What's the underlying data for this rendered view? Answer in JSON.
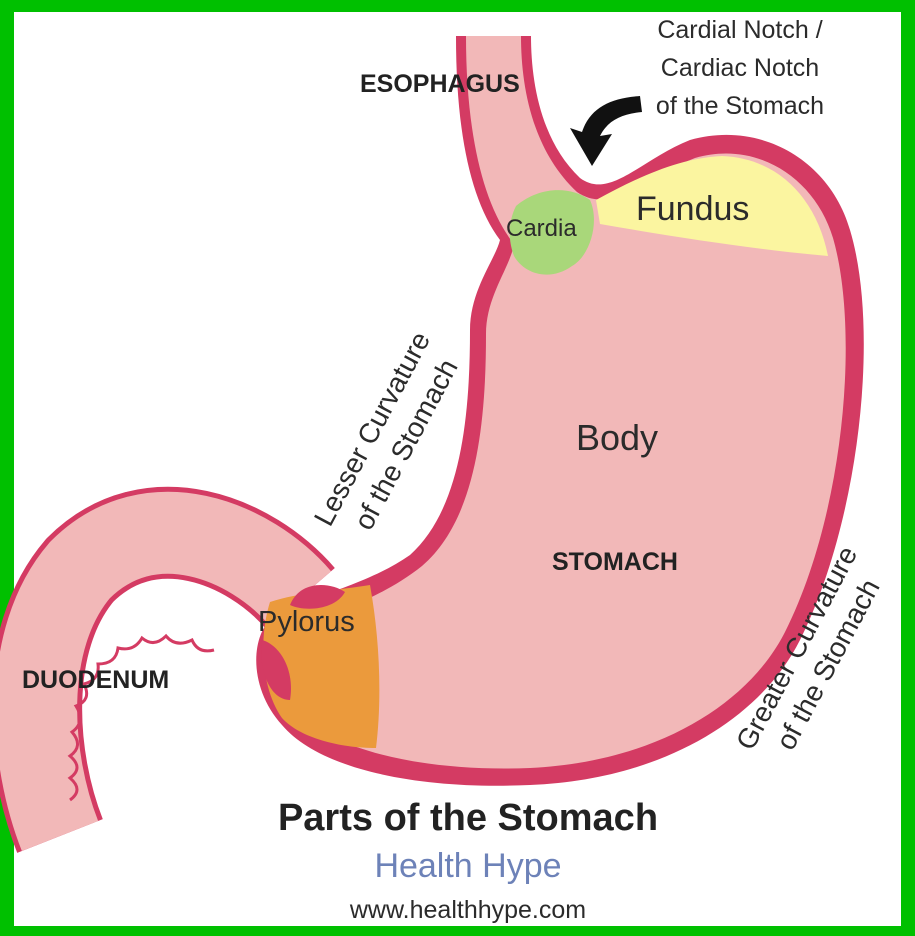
{
  "labels": {
    "esophagus": "ESOPHAGUS",
    "cardial_notch_line1": "Cardial Notch /",
    "cardial_notch_line2": "Cardiac Notch",
    "cardial_notch_line3": "of the Stomach",
    "cardia": "Cardia",
    "fundus": "Fundus",
    "lesser_curvature_line1": "Lesser Curvature",
    "lesser_curvature_line2": "of the Stomach",
    "body": "Body",
    "stomach": "STOMACH",
    "greater_curvature_line1": "Greater Curvature",
    "greater_curvature_line2": "of the Stomach",
    "pylorus": "Pylorus",
    "duodenum": "DUODENUM"
  },
  "footer": {
    "title": "Parts of the Stomach",
    "brand": "Health Hype",
    "url": "www.healthhype.com"
  },
  "colors": {
    "frame": "#00c000",
    "wall": "#d43b63",
    "tissue": "#f2b8b8",
    "fundus": "#fbf5a0",
    "cardia": "#a9d77a",
    "pylorus": "#eb9a3c",
    "brand": "#6d82b8"
  }
}
